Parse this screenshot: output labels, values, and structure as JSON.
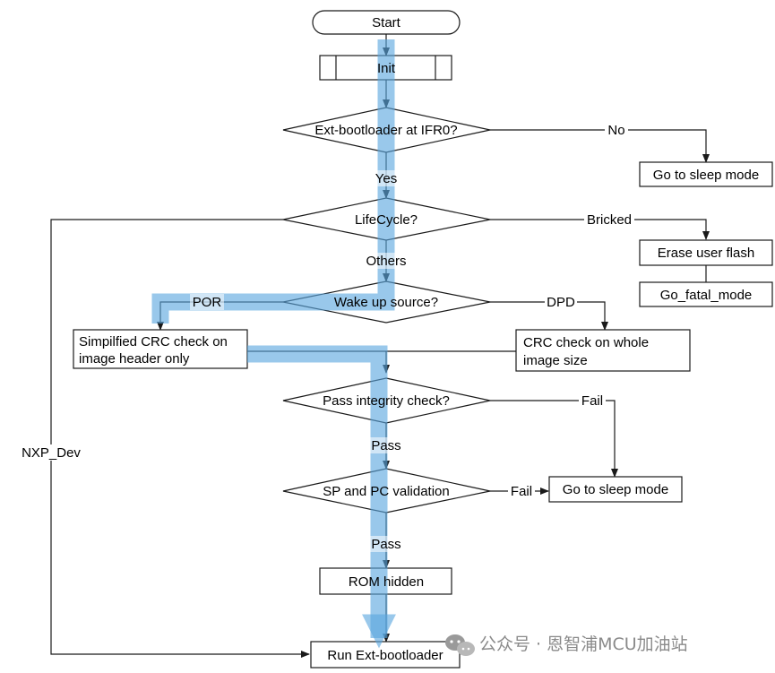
{
  "nodes": {
    "start": "Start",
    "init": "Init",
    "ext_bootloader_check": "Ext-bootloader at IFR0?",
    "sleep_mode_top": "Go to sleep mode",
    "lifecycle": "LifeCycle?",
    "erase_flash": "Erase user flash",
    "fatal_mode": "Go_fatal_mode",
    "wakeup_source": "Wake up source?",
    "simplified_crc_line1": "Simpilfied CRC check on",
    "simplified_crc_line2": "image header only",
    "full_crc_line1": "CRC check on whole",
    "full_crc_line2": "image size",
    "integrity_check": "Pass integrity check?",
    "sp_pc_validation": "SP and PC validation",
    "sleep_mode_bottom": "Go to sleep mode",
    "rom_hidden": "ROM hidden",
    "run_ext_bootloader": "Run Ext-bootloader"
  },
  "edges": {
    "no": "No",
    "yes": "Yes",
    "bricked": "Bricked",
    "others": "Others",
    "por": "POR",
    "dpd": "DPD",
    "fail_integrity": "Fail",
    "pass_integrity": "Pass",
    "fail_validation": "Fail",
    "pass_validation": "Pass",
    "nxp_dev": "NXP_Dev"
  },
  "highlight": {
    "color": "#5aa7df"
  },
  "watermark": {
    "text": "公众号 · 恩智浦MCU加油站"
  }
}
